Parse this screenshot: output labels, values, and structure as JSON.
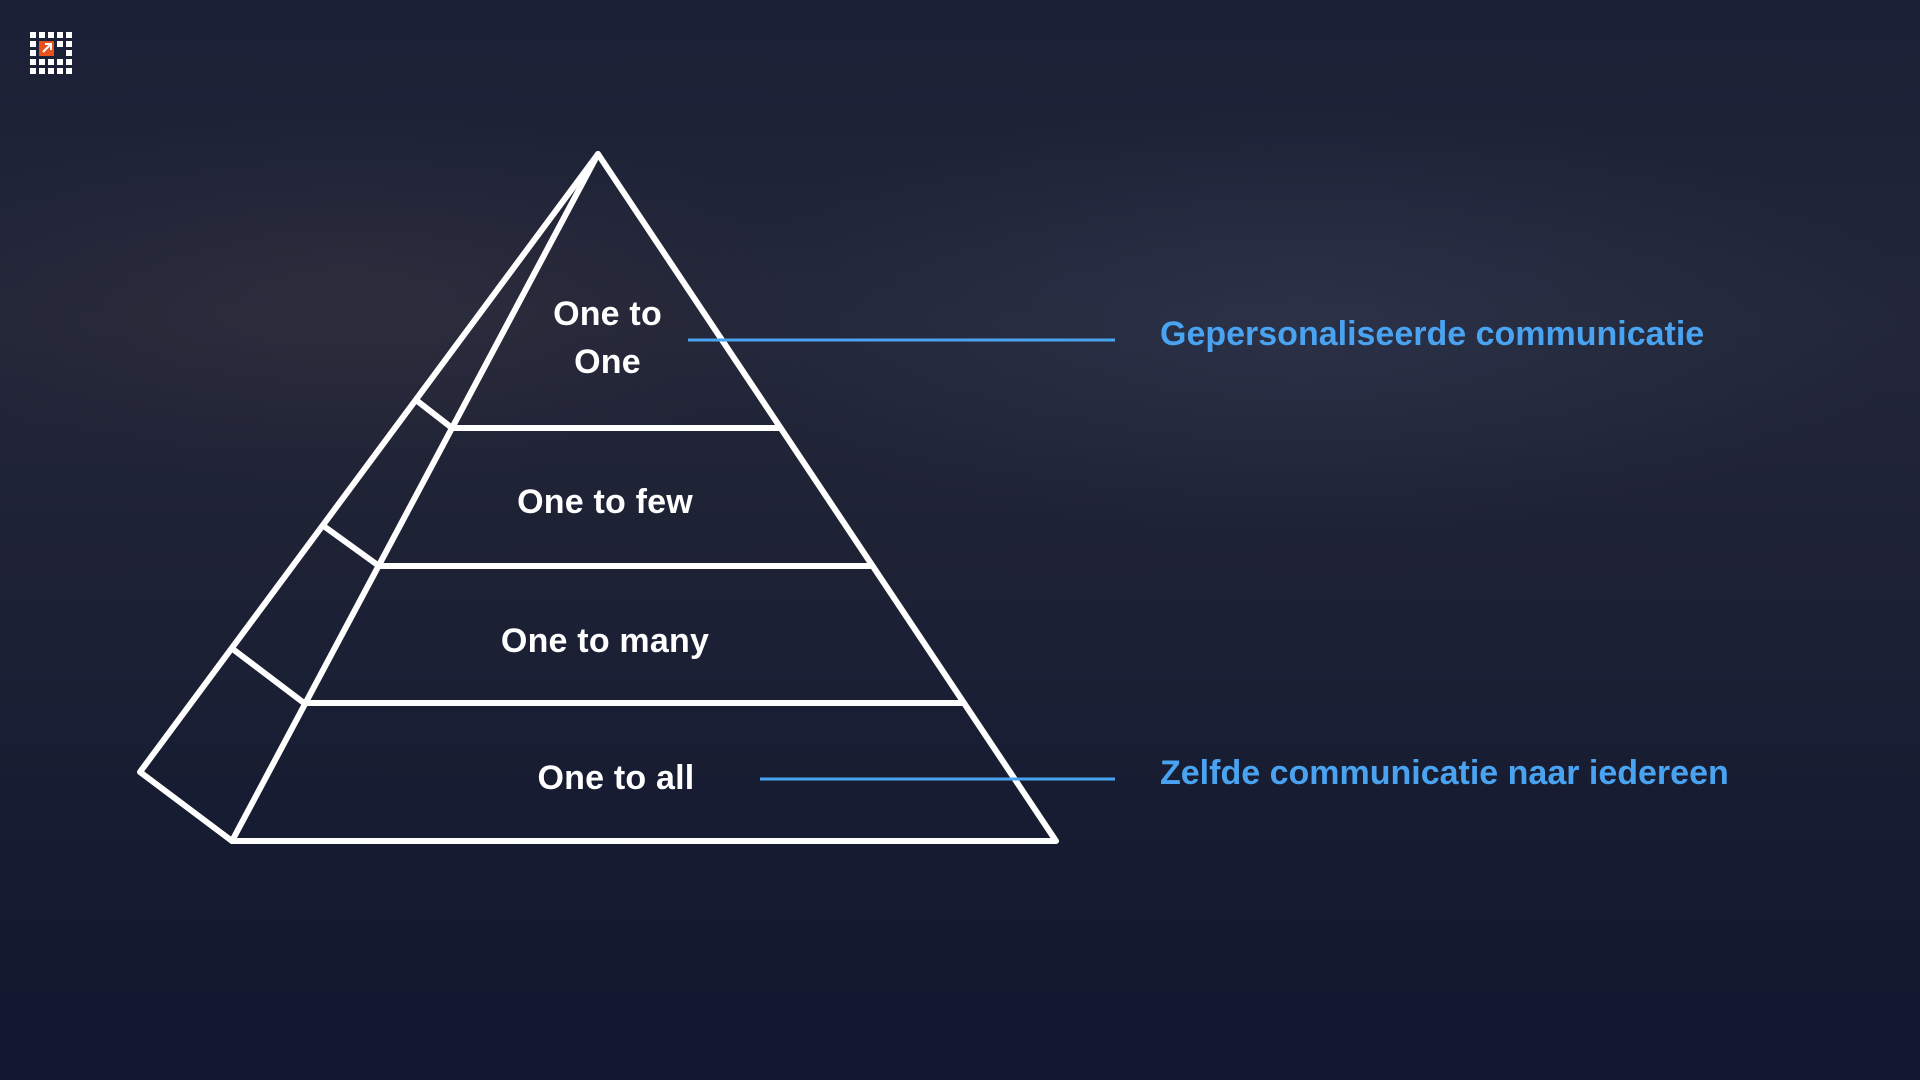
{
  "levels": [
    {
      "label": "One to\nOne"
    },
    {
      "label": "One to few"
    },
    {
      "label": "One to many"
    },
    {
      "label": "One to all"
    }
  ],
  "annotations": {
    "top": "Gepersonaliseerde communicatie",
    "bottom": "Zelfde communicatie naar iedereen"
  },
  "colors": {
    "annotation": "#4aa3f0",
    "line": "#4aa3f0",
    "pyramid_stroke": "#ffffff",
    "logo_accent": "#e8501e"
  }
}
